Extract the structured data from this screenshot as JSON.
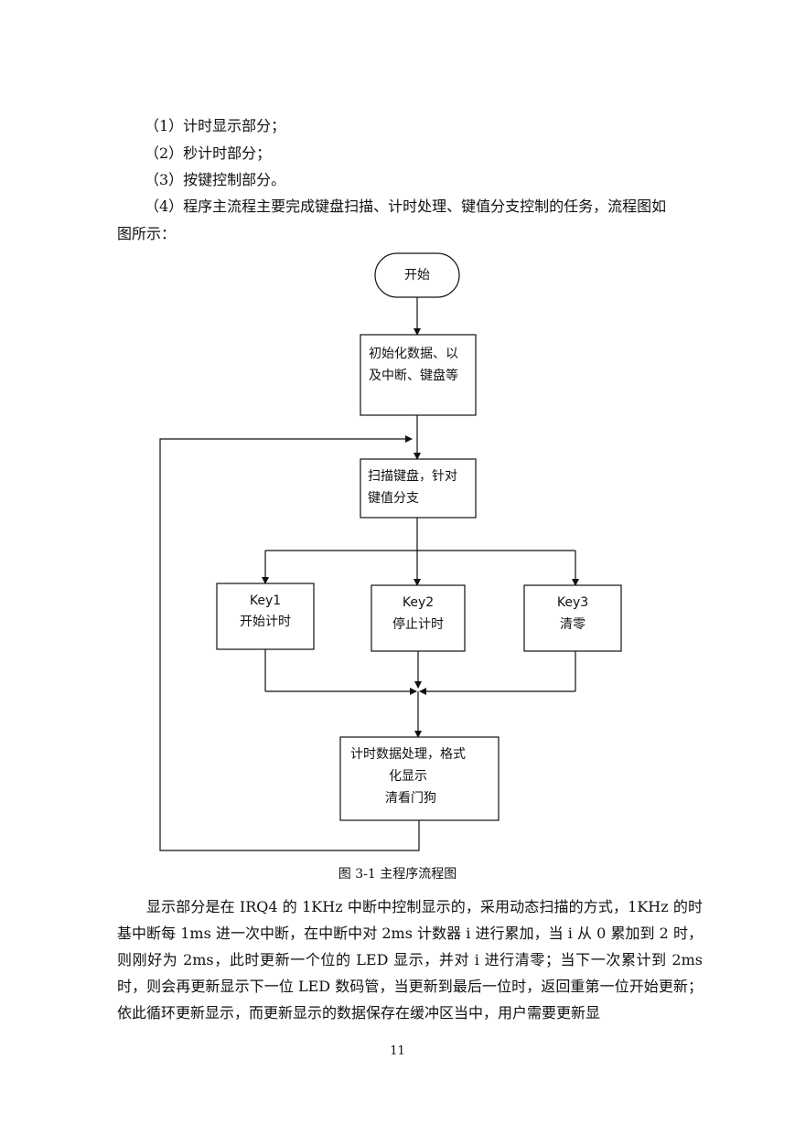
{
  "list_items": [
    "（1）计时显示部分；",
    "（2）秒计时部分；",
    "（3）按键控制部分。"
  ],
  "item4_line1": "（4）程序主流程主要完成键盘扫描、计时处理、键值分支控制的任务，流程图如",
  "item4_line2": "图所示：",
  "flowchart": {
    "start": "开始",
    "init": [
      "初始化数据、以",
      "及中断、键盘等"
    ],
    "scan": [
      "扫描键盘，针对",
      "键值分支"
    ],
    "key1": [
      "Key1",
      "开始计时"
    ],
    "key2": [
      "Key2",
      "停止计时"
    ],
    "key3": [
      "Key3",
      "清零"
    ],
    "process": [
      "计时数据处理，格式",
      "化显示",
      "清看门狗"
    ]
  },
  "caption": "图 3-1 主程序流程图",
  "body_paragraph": "显示部分是在 IRQ4 的 1KHz 中断中控制显示的，采用动态扫描的方式，1KHz 的时基中断每 1ms 进一次中断，在中断中对 2ms 计数器 i 进行累加，当 i 从 0 累加到 2 时，则刚好为 2ms，此时更新一个位的 LED 显示，并对 i 进行清零；当下一次累计到 2ms 时，则会再更新显示下一位 LED 数码管，当更新到最后一位时，返回重第一位开始更新；依此循环更新显示，而更新显示的数据保存在缓冲区当中，用户需要更新显",
  "page_number": "11"
}
